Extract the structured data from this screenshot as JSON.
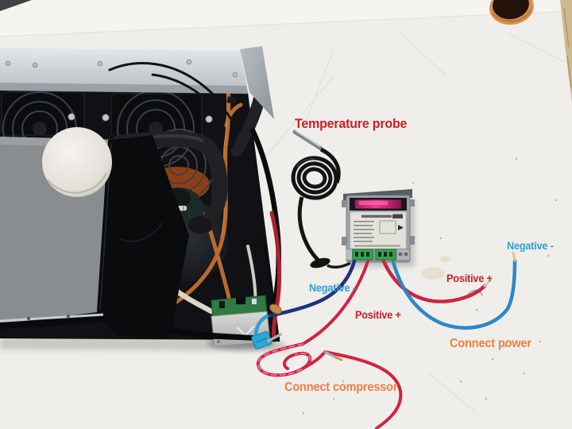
{
  "annotations": {
    "temperature_probe": {
      "text": "Temperature probe",
      "color": "#c62127"
    },
    "compressor_negative": {
      "text": "Negative -",
      "color": "#2e9ed6"
    },
    "compressor_positive": {
      "text": "Positive +",
      "color": "#c8232f"
    },
    "power_positive": {
      "text": "Positive +",
      "color": "#c8232f"
    },
    "power_negative": {
      "text": "Negative -",
      "color": "#2e9ed6"
    },
    "connect_power": {
      "text": "Connect power",
      "color": "#ef8140"
    },
    "connect_compressor": {
      "text": "Connect compressor",
      "color": "#ef8140"
    }
  },
  "colors": {
    "table_surface": "#eeede9",
    "controller_display": "#d42a7c",
    "controller_body": "#9ba1a7",
    "terminal_green": "#35a24f",
    "copper_tube": "#b96a2e",
    "wire_red": "#cf2440",
    "wire_blue": "#2e86c8",
    "wire_navy": "#20317e",
    "connector_blue": "#2aa6d8",
    "unit_panel_silver": "#d8dce0",
    "unit_foam_gray": "#898d90",
    "unit_body_black": "#101114"
  }
}
